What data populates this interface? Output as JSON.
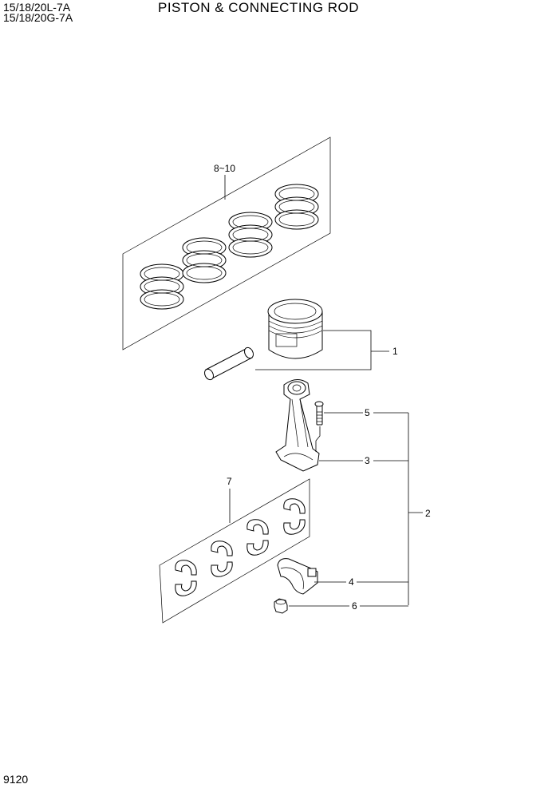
{
  "header": {
    "model_line_1": "15/18/20L-7A",
    "model_line_2": "15/18/20G-7A",
    "title": "PISTON & CONNECTING ROD"
  },
  "footer": {
    "page_number": "9120"
  },
  "callouts": {
    "rings": "8~10",
    "piston": "1",
    "rod_assembly": "2",
    "rod": "3",
    "cap": "4",
    "bolt": "5",
    "nut": "6",
    "bearings": "7"
  }
}
